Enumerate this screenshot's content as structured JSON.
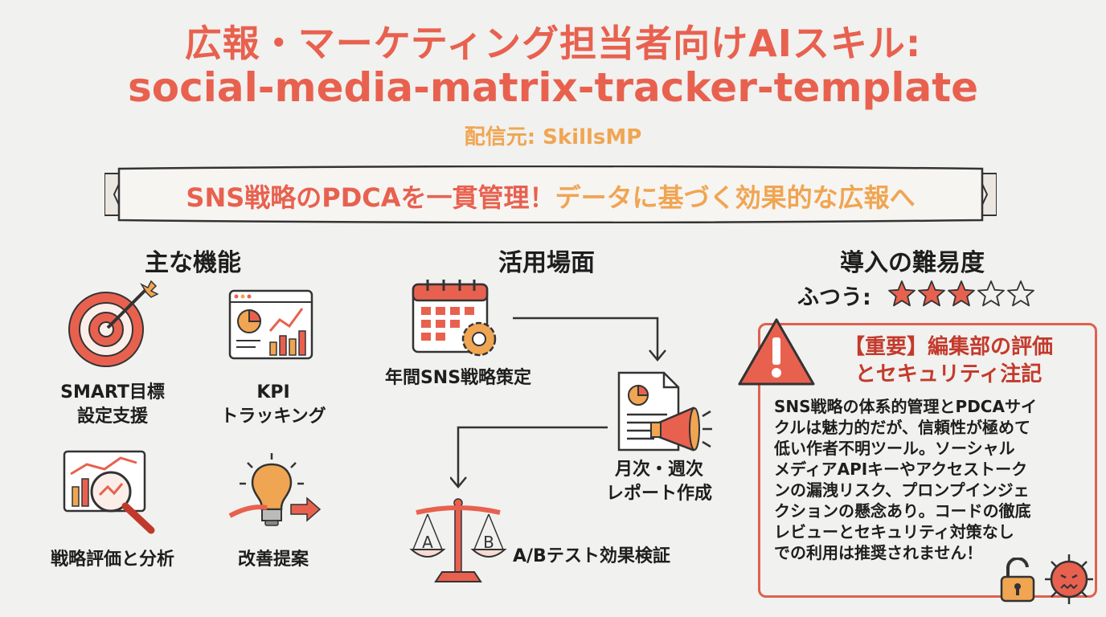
{
  "title": {
    "line1": "広報・マーケティング担当者向けAIスキル:",
    "line2": "social-media-matrix-tracker-template",
    "source": "配信元: SkillsMP"
  },
  "banner": {
    "part1": "SNS戦略のPDCAを一貫管理！",
    "part2": "データに基づく効果的な広報へ"
  },
  "features": {
    "heading": "主な機能",
    "items": [
      {
        "lines": [
          "SMART目標",
          "設定支援"
        ],
        "icon": "target-icon"
      },
      {
        "lines": [
          "KPI",
          "トラッキング"
        ],
        "icon": "dashboard-icon"
      },
      {
        "lines": [
          "戦略評価と分析"
        ],
        "icon": "magnifier-chart-icon"
      },
      {
        "lines": [
          "改善提案"
        ],
        "icon": "lightbulb-icon"
      }
    ]
  },
  "usecases": {
    "heading": "活用場面",
    "items": [
      {
        "lines": [
          "年間SNS戦略策定"
        ],
        "icon": "calendar-gear-icon"
      },
      {
        "lines": [
          "月次・週次",
          "レポート作成"
        ],
        "icon": "report-megaphone-icon"
      },
      {
        "lines": [
          "A/Bテスト効果検証"
        ],
        "icon": "scales-icon"
      }
    ],
    "scale_labels": [
      "A",
      "B"
    ]
  },
  "difficulty": {
    "heading": "導入の難易度",
    "label": "ふつう:",
    "rating": 3,
    "max": 5
  },
  "warning": {
    "title_lines": [
      "【重要】編集部の評価",
      "とセキュリティ注記"
    ],
    "body_lines": [
      "SNS戦略の体系的管理とPDCAサイ",
      "クルは魅力的だが、信頼性が極めて",
      "低い作者不明ツール。ソーシャル",
      "メディアAPIキーやアクセストーク",
      "ンの漏洩リスク、プロンプインジェ",
      "クションの懸念あり。コードの徹底",
      "レビューとセキュリティ対策なし",
      "での利用は推奨されません！"
    ]
  },
  "colors": {
    "accent": "#e8614f",
    "orange": "#f0a552",
    "danger": "#c33a2c",
    "background": "#f1f1ef"
  }
}
